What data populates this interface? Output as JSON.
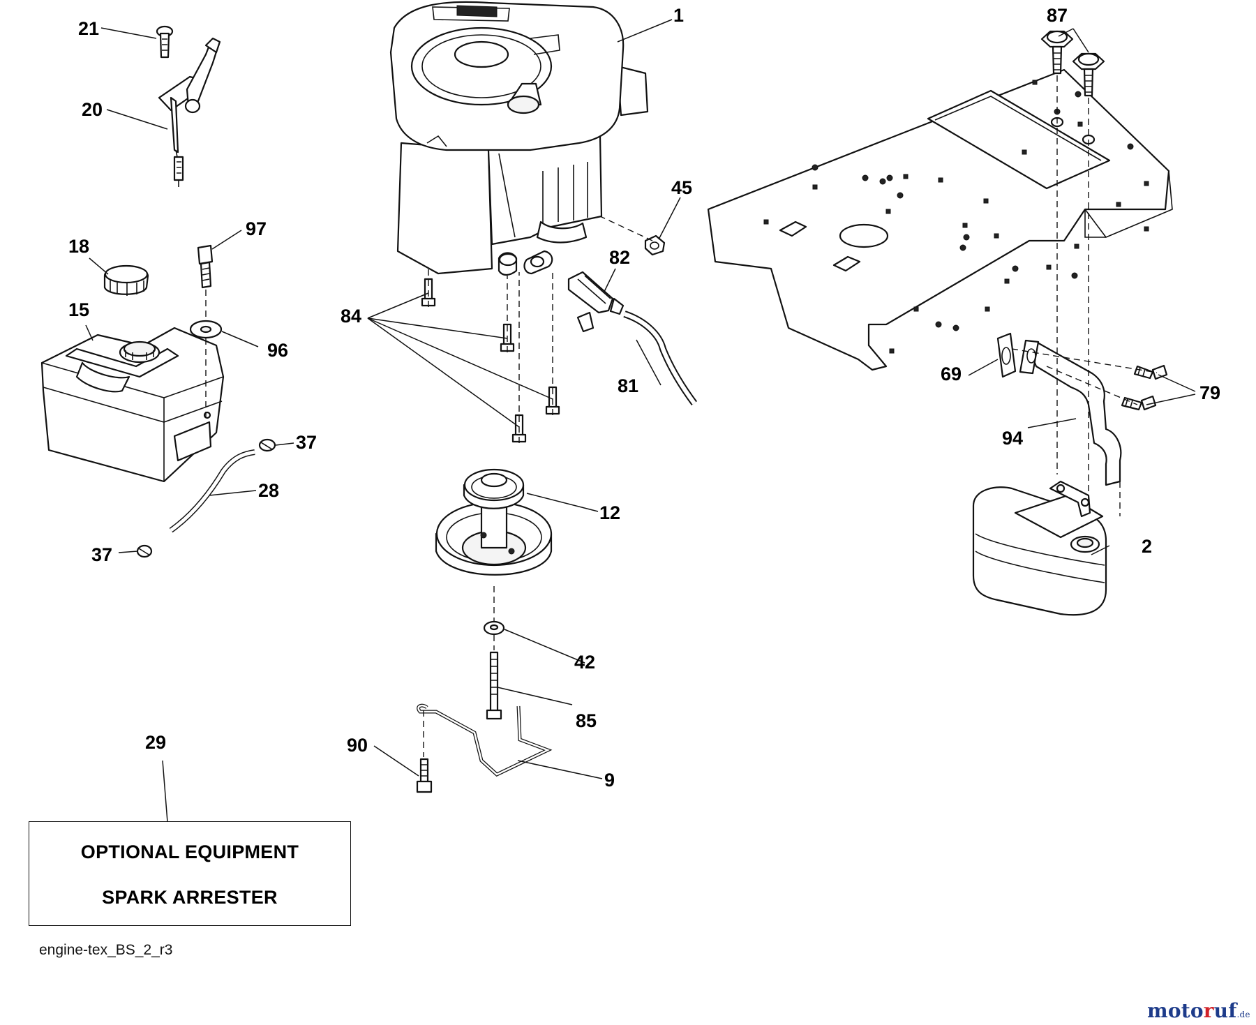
{
  "parts": [
    {
      "id": "p1",
      "number": "1",
      "name": "engine"
    },
    {
      "id": "p2",
      "number": "2",
      "name": "muffler"
    },
    {
      "id": "p9",
      "number": "9",
      "name": "belt-guide-wire"
    },
    {
      "id": "p12",
      "number": "12",
      "name": "engine-pulley"
    },
    {
      "id": "p15",
      "number": "15",
      "name": "fuel-tank"
    },
    {
      "id": "p18",
      "number": "18",
      "name": "fuel-cap"
    },
    {
      "id": "p20",
      "number": "20",
      "name": "throttle-control"
    },
    {
      "id": "p21",
      "number": "21",
      "name": "control-screw"
    },
    {
      "id": "p28",
      "number": "28",
      "name": "fuel-line"
    },
    {
      "id": "p29",
      "number": "29",
      "name": "spark-arrester"
    },
    {
      "id": "p37a",
      "number": "37",
      "name": "hose-clamp-upper"
    },
    {
      "id": "p37b",
      "number": "37",
      "name": "hose-clamp-lower"
    },
    {
      "id": "p42",
      "number": "42",
      "name": "pulley-washer"
    },
    {
      "id": "p45",
      "number": "45",
      "name": "nut"
    },
    {
      "id": "p69",
      "number": "69",
      "name": "exhaust-gasket"
    },
    {
      "id": "p79",
      "number": "79",
      "name": "exhaust-bolts"
    },
    {
      "id": "p81",
      "number": "81",
      "name": "oil-drain-hose"
    },
    {
      "id": "p82",
      "number": "82",
      "name": "oil-drain-valve"
    },
    {
      "id": "p84",
      "number": "84",
      "name": "engine-bolts"
    },
    {
      "id": "p85",
      "number": "85",
      "name": "pulley-bolt"
    },
    {
      "id": "p87",
      "number": "87",
      "name": "muffler-screws"
    },
    {
      "id": "p90",
      "number": "90",
      "name": "guide-bolt"
    },
    {
      "id": "p94",
      "number": "94",
      "name": "exhaust-pipe"
    },
    {
      "id": "p96",
      "number": "96",
      "name": "tank-washer"
    },
    {
      "id": "p97",
      "number": "97",
      "name": "tank-bolt"
    }
  ],
  "optional_box": {
    "line1": "OPTIONAL EQUIPMENT",
    "line2": "SPARK ARRESTER"
  },
  "reference": "engine-tex_BS_2_r3",
  "watermark": {
    "before": "moto",
    "accent": "r",
    "after": "uf",
    "tld": ".de"
  }
}
